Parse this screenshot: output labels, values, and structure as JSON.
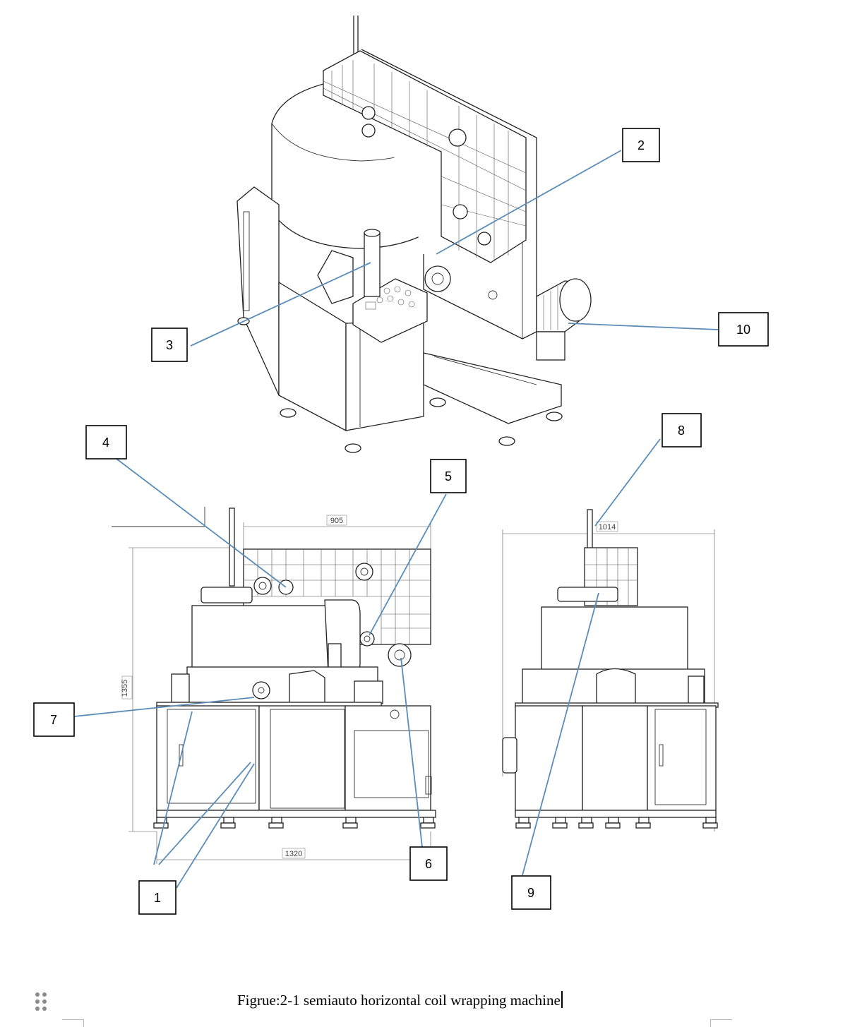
{
  "figure": {
    "caption": "Figrue:2-1 semiauto horizontal coil wrapping machine",
    "callouts": [
      {
        "id": "callout-1",
        "label": "1"
      },
      {
        "id": "callout-2",
        "label": "2"
      },
      {
        "id": "callout-3",
        "label": "3"
      },
      {
        "id": "callout-4",
        "label": "4"
      },
      {
        "id": "callout-5",
        "label": "5"
      },
      {
        "id": "callout-6",
        "label": "6"
      },
      {
        "id": "callout-7",
        "label": "7"
      },
      {
        "id": "callout-8",
        "label": "8"
      },
      {
        "id": "callout-9",
        "label": "9"
      },
      {
        "id": "callout-10",
        "label": "10"
      }
    ],
    "dimensions": {
      "front_top_width": "905",
      "front_height": "1355",
      "front_base_width": "1320",
      "side_width": "1014"
    }
  },
  "colors": {
    "leader_line": "#5b8db8",
    "drawing_line": "#222222"
  },
  "icons": {
    "drag_handle": "drag-handle-icon"
  }
}
